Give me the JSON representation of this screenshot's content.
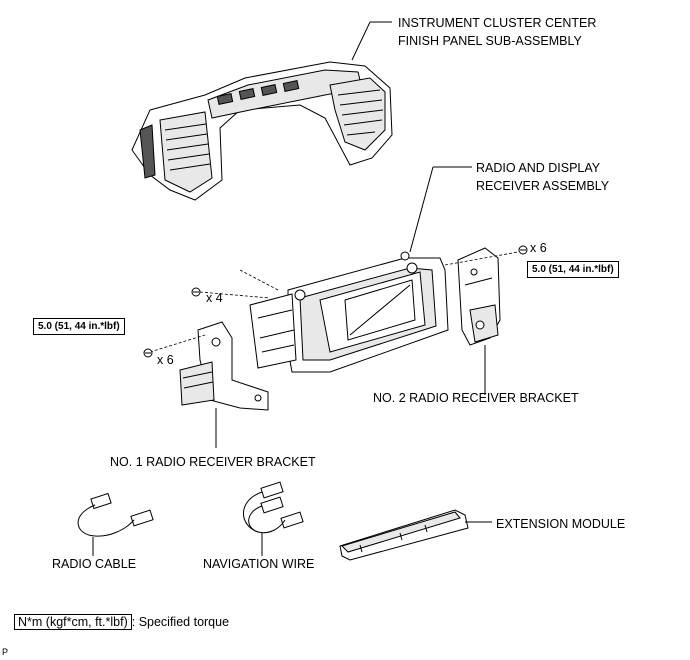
{
  "labels": {
    "finish_panel_line1": "INSTRUMENT CLUSTER CENTER",
    "finish_panel_line2": "FINISH PANEL SUB-ASSEMBLY",
    "radio_line1": "RADIO AND DISPLAY",
    "radio_line2": "RECEIVER ASSEMBLY",
    "bracket_no2": "NO. 2 RADIO RECEIVER BRACKET",
    "bracket_no1": "NO. 1 RADIO RECEIVER BRACKET",
    "extension_module": "EXTENSION MODULE",
    "radio_cable": "RADIO CABLE",
    "navigation_wire": "NAVIGATION WIRE"
  },
  "counts": {
    "right_screws": "x 6",
    "left_screws": "x 6",
    "center_screws": "x 4"
  },
  "torque": {
    "right": "5.0 (51, 44 in.*lbf)",
    "left": "5.0 (51, 44 in.*lbf)"
  },
  "legend": {
    "unit": "N*m (kgf*cm, ft.*lbf)",
    "description": ": Specified torque"
  },
  "footer_code": "P"
}
